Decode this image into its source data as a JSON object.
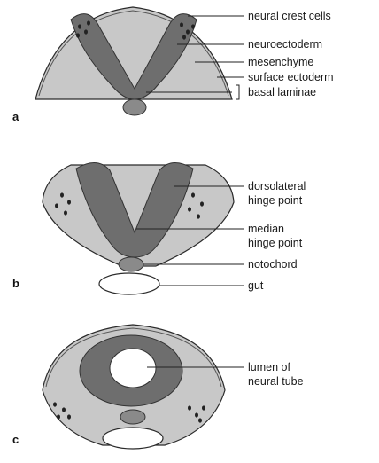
{
  "panels": [
    {
      "letter": "a",
      "labels": {
        "neural_crest_cells": "neural crest cells",
        "neuroectoderm": "neuroectoderm",
        "mesenchyme": "mesenchyme",
        "surface_ectoderm": "surface ectoderm",
        "basal_laminae": "basal laminae"
      }
    },
    {
      "letter": "b",
      "labels": {
        "dorsolateral_1": "dorsolateral",
        "dorsolateral_2": "hinge point",
        "median_1": "median",
        "median_2": "hinge point",
        "notochord": "notochord",
        "gut": "gut"
      }
    },
    {
      "letter": "c",
      "labels": {
        "lumen_1": "lumen of",
        "lumen_2": "neural tube"
      }
    }
  ],
  "colors": {
    "mesenchyme": "#c8c8c8",
    "neuroectoderm": "#6e6e6e",
    "outline": "#2a2a2a",
    "gut": "#ffffff"
  }
}
